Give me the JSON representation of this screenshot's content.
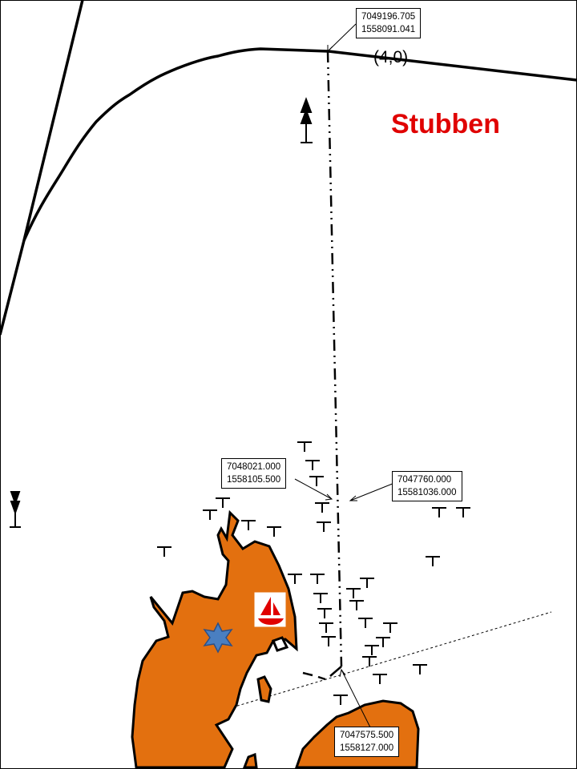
{
  "place_name": "Stubben",
  "line_label": "(4,0)",
  "coordinate_callouts": [
    {
      "line1": "7049196.705",
      "line2": "1558091.041"
    },
    {
      "line1": "7048021.000",
      "line2": "1558105.500"
    },
    {
      "line1": "7047760.000",
      "line2": "15581036.000"
    },
    {
      "line1": "7047575.500",
      "line2": "1558127.000"
    }
  ],
  "colors": {
    "land": "#e3700f",
    "label": "#e00000",
    "star": "#4a7fc1",
    "harbor_icon": "#e00000"
  },
  "icons": [
    "north-arrow-icon",
    "south-arrow-icon",
    "harbor-sailboat-icon",
    "star-icon",
    "rock-symbol-icon"
  ]
}
